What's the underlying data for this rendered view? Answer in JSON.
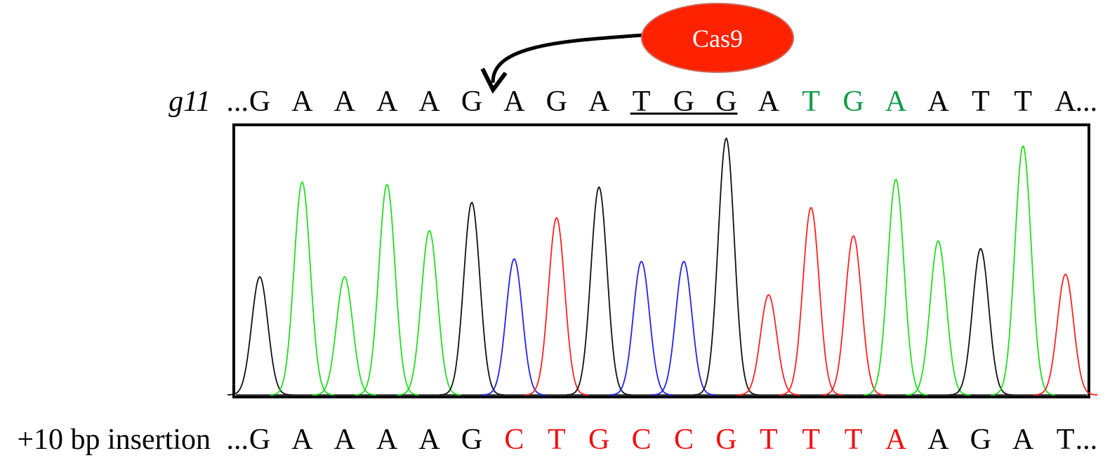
{
  "cas9": {
    "label": "Cas9",
    "fill": "#ff2200",
    "stroke": "#cc6655"
  },
  "reference": {
    "gene_label": "g11",
    "prefix": "...",
    "suffix": "...",
    "bases": [
      "G",
      "A",
      "A",
      "A",
      "A",
      "G",
      "A",
      "G",
      "A",
      "T",
      "G",
      "G",
      "A",
      "T",
      "G",
      "A",
      "A",
      "T",
      "T",
      "A"
    ],
    "colors": [
      "#000",
      "#000",
      "#000",
      "#000",
      "#000",
      "#000",
      "#000",
      "#000",
      "#000",
      "#000",
      "#000",
      "#000",
      "#000",
      "#109a4a",
      "#109a4a",
      "#109a4a",
      "#000",
      "#000",
      "#000",
      "#000"
    ],
    "pam_underline_indices": [
      9,
      10,
      11
    ],
    "cut_site_after_index": 5
  },
  "mutant": {
    "label": "+10 bp insertion",
    "prefix": "...",
    "suffix": "...",
    "bases": [
      "G",
      "A",
      "A",
      "A",
      "A",
      "G",
      "C",
      "T",
      "G",
      "C",
      "C",
      "G",
      "T",
      "T",
      "T",
      "A",
      "A",
      "G",
      "A",
      "T"
    ],
    "colors": [
      "#000",
      "#000",
      "#000",
      "#000",
      "#000",
      "#000",
      "#ee1111",
      "#ee1111",
      "#ee1111",
      "#ee1111",
      "#ee1111",
      "#ee1111",
      "#ee1111",
      "#ee1111",
      "#ee1111",
      "#ee1111",
      "#000",
      "#000",
      "#000",
      "#000"
    ]
  },
  "chromatogram": {
    "channel_colors": {
      "black": "#111111",
      "green": "#22dd22",
      "red": "#ff2222",
      "blue": "#2222ee"
    },
    "peaks": [
      {
        "channel": "black",
        "position": 0.5,
        "height": 0.46
      },
      {
        "channel": "green",
        "position": 1.5,
        "height": 0.83
      },
      {
        "channel": "green",
        "position": 2.5,
        "height": 0.46
      },
      {
        "channel": "green",
        "position": 3.5,
        "height": 0.82
      },
      {
        "channel": "green",
        "position": 4.5,
        "height": 0.64
      },
      {
        "channel": "black",
        "position": 5.5,
        "height": 0.75
      },
      {
        "channel": "blue",
        "position": 6.5,
        "height": 0.53
      },
      {
        "channel": "red",
        "position": 7.5,
        "height": 0.69
      },
      {
        "channel": "black",
        "position": 8.5,
        "height": 0.81
      },
      {
        "channel": "blue",
        "position": 9.5,
        "height": 0.52
      },
      {
        "channel": "blue",
        "position": 10.5,
        "height": 0.52
      },
      {
        "channel": "black",
        "position": 11.5,
        "height": 1.0
      },
      {
        "channel": "red",
        "position": 12.5,
        "height": 0.39
      },
      {
        "channel": "red",
        "position": 13.5,
        "height": 0.73
      },
      {
        "channel": "red",
        "position": 14.5,
        "height": 0.62
      },
      {
        "channel": "green",
        "position": 15.5,
        "height": 0.84
      },
      {
        "channel": "green",
        "position": 16.5,
        "height": 0.6
      },
      {
        "channel": "black",
        "position": 17.5,
        "height": 0.57
      },
      {
        "channel": "green",
        "position": 18.5,
        "height": 0.97
      },
      {
        "channel": "red",
        "position": 19.5,
        "height": 0.47
      }
    ]
  }
}
